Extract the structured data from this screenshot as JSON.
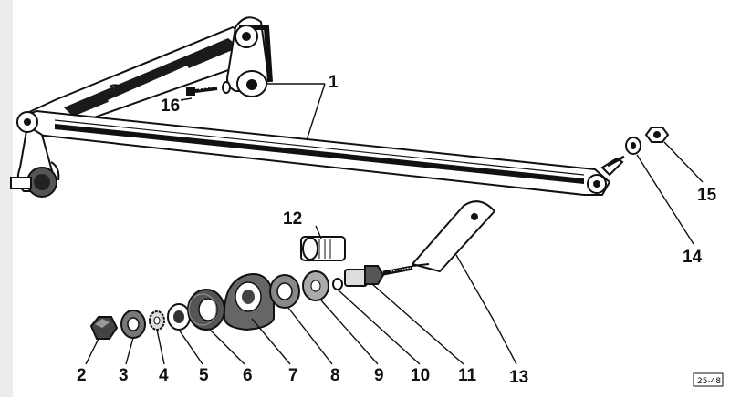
{
  "diagram": {
    "callouts": {
      "c1": "1",
      "c2": "2",
      "c3": "3",
      "c4": "4",
      "c5": "5",
      "c6": "6",
      "c7": "7",
      "c8": "8",
      "c9": "9",
      "c10": "10",
      "c11": "11",
      "c12": "12",
      "c13": "13",
      "c14": "14",
      "c15": "15",
      "c16": "16"
    },
    "corner_mark": "25-48"
  }
}
